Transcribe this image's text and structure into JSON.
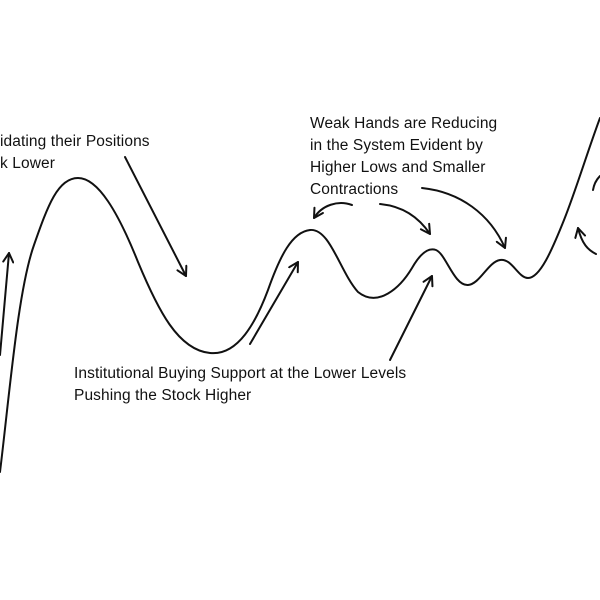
{
  "diagram": {
    "colors": {
      "background": "#ffffff",
      "ink": "#111111"
    },
    "annotations": {
      "top_left": {
        "lines": [
          "idating their Positions",
          "k Lower"
        ]
      },
      "top_right": {
        "lines": [
          "Weak Hands are Reducing",
          "in the System Evident by",
          "Higher Lows and Smaller",
          "Contractions"
        ]
      },
      "bottom_center": {
        "lines": [
          "Institutional Buying Support at the Lower Levels",
          "Pushing the Stock Higher"
        ]
      }
    }
  }
}
